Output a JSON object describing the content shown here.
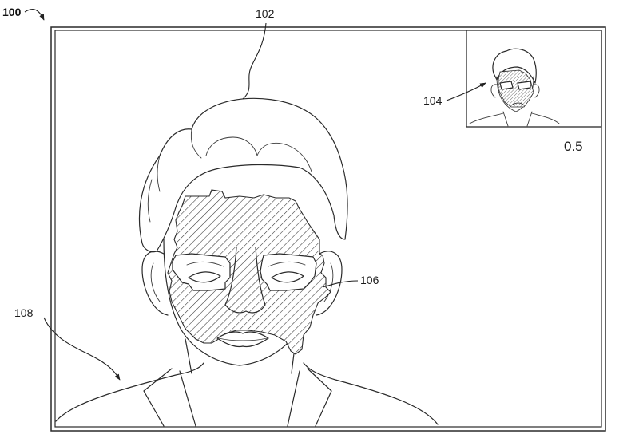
{
  "figure": {
    "labels": {
      "device": "100",
      "main_video": "102",
      "preview_window": "104",
      "mask_region": "106",
      "display_frame": "108",
      "scale_value": "0.5"
    }
  }
}
